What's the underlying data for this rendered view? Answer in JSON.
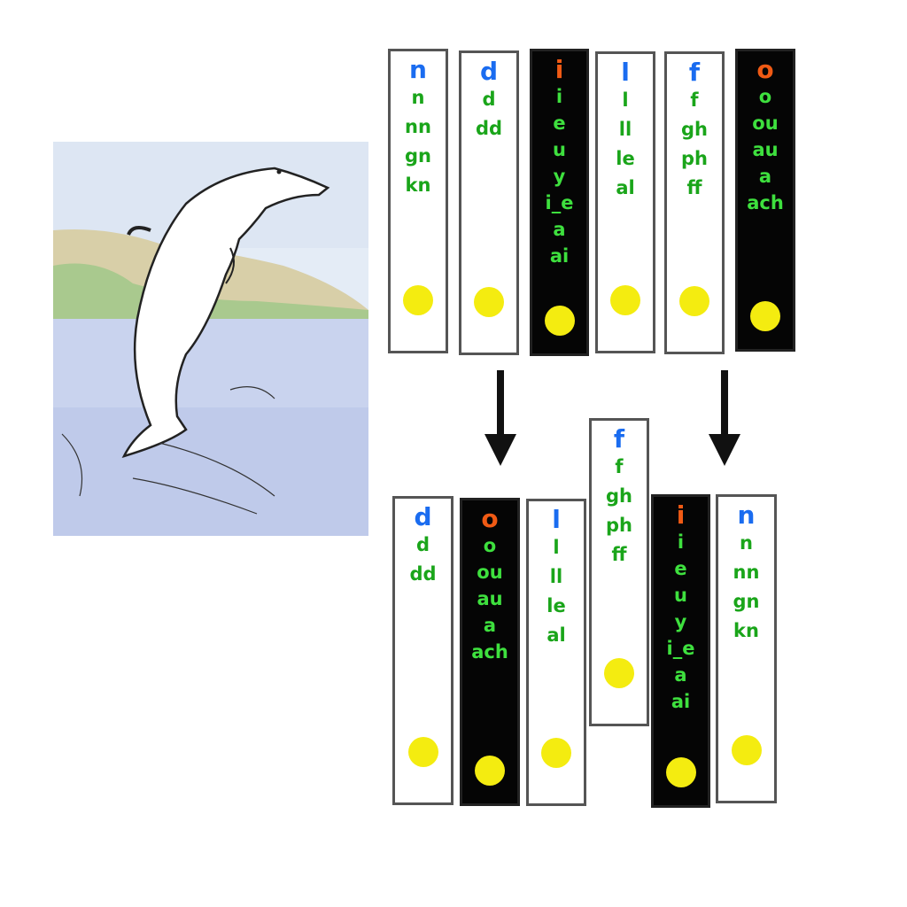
{
  "top_row": [
    {
      "sound": "n",
      "graphemes": [
        "n",
        "nn",
        "gn",
        "kn"
      ],
      "dark": false
    },
    {
      "sound": "d",
      "graphemes": [
        "d",
        "dd"
      ],
      "dark": false
    },
    {
      "sound": "i",
      "graphemes": [
        "i",
        "e",
        "u",
        "y",
        "i_e",
        "a",
        "ai"
      ],
      "dark": true
    },
    {
      "sound": "l",
      "graphemes": [
        "l",
        "ll",
        "le",
        "al"
      ],
      "dark": false
    },
    {
      "sound": "f",
      "graphemes": [
        "f",
        "gh",
        "ph",
        "ff"
      ],
      "dark": false
    },
    {
      "sound": "o",
      "graphemes": [
        "o",
        "ou",
        "au",
        "a",
        "ach"
      ],
      "dark": true
    }
  ],
  "bottom_row": [
    {
      "sound": "d",
      "graphemes": [
        "d",
        "dd"
      ],
      "dark": false
    },
    {
      "sound": "o",
      "graphemes": [
        "o",
        "ou",
        "au",
        "a",
        "ach"
      ],
      "dark": true
    },
    {
      "sound": "l",
      "graphemes": [
        "l",
        "ll",
        "le",
        "al"
      ],
      "dark": false
    },
    {
      "sound": "f",
      "graphemes": [
        "f",
        "gh",
        "ph",
        "ff"
      ],
      "dark": false
    },
    {
      "sound": "i",
      "graphemes": [
        "i",
        "e",
        "u",
        "y",
        "i_e",
        "a",
        "ai"
      ],
      "dark": true
    },
    {
      "sound": "n",
      "graphemes": [
        "n",
        "nn",
        "gn",
        "kn"
      ],
      "dark": false
    }
  ],
  "colors": {
    "sound_light": "#1a6cf0",
    "sound_dark": "#f05a14",
    "grapheme": "#1aa51a",
    "dot": "#f4ec10"
  }
}
